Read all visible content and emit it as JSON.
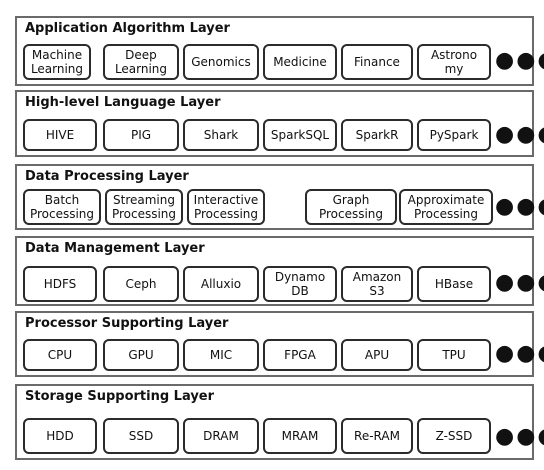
{
  "layers": [
    {
      "title": "Application Algorithm Layer",
      "items": [
        "Machine\nLearning",
        "Deep\nLearning",
        "Genomics",
        "Medicine",
        "Finance",
        "Astrono\nmy"
      ],
      "more": "●●●"
    },
    {
      "title": "High-level Language Layer",
      "items": [
        "HIVE",
        "PIG",
        "Shark",
        "SparkSQL",
        "SparkR",
        "PySpark"
      ],
      "more": "●●●"
    },
    {
      "title": "Data Processing Layer",
      "items": [
        "Batch\nProcessing",
        "Streaming\nProcessing",
        "Interactive\nProcessing",
        "Graph\nProcessing",
        "Approximate\nProcessing"
      ],
      "more": "●●●"
    },
    {
      "title": "Data Management Layer",
      "items": [
        "HDFS",
        "Ceph",
        "Alluxio",
        "Dynamo\nDB",
        "Amazon\nS3",
        "HBase"
      ],
      "more": "●●●"
    },
    {
      "title": "Processor Supporting Layer",
      "items": [
        "CPU",
        "GPU",
        "MIC",
        "FPGA",
        "APU",
        "TPU"
      ],
      "more": "●●●"
    },
    {
      "title": "Storage Supporting Layer",
      "items": [
        "HDD",
        "SSD",
        "DRAM",
        "MRAM",
        "Re-RAM",
        "Z-SSD"
      ],
      "more": "●●●"
    }
  ]
}
